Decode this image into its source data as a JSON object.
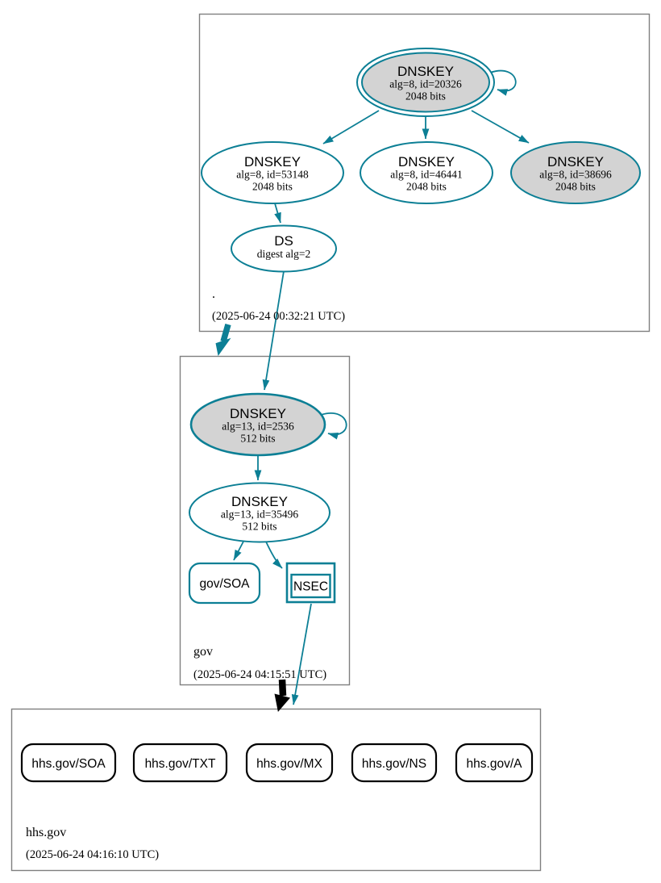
{
  "colors": {
    "secure_teal": "#0c7f95",
    "insecure_black": "#000000",
    "ksk_fill_gray": "#d3d3d3",
    "zone_box_border": "#7f7f7f",
    "node_fill_white": "#ffffff"
  },
  "zones": {
    "root": {
      "label": ".",
      "timestamp": "(2025-06-24 00:32:21 UTC)",
      "nodes": {
        "ksk": {
          "title": "DNSKEY",
          "alg": "alg=8, id=20326",
          "bits": "2048 bits"
        },
        "zsk1": {
          "title": "DNSKEY",
          "alg": "alg=8, id=53148",
          "bits": "2048 bits"
        },
        "zsk2": {
          "title": "DNSKEY",
          "alg": "alg=8, id=46441",
          "bits": "2048 bits"
        },
        "ksk2": {
          "title": "DNSKEY",
          "alg": "alg=8, id=38696",
          "bits": "2048 bits"
        },
        "ds": {
          "title": "DS",
          "digest": "digest alg=2"
        }
      }
    },
    "gov": {
      "label": "gov",
      "timestamp": "(2025-06-24 04:15:51 UTC)",
      "nodes": {
        "ksk": {
          "title": "DNSKEY",
          "alg": "alg=13, id=2536",
          "bits": "512 bits"
        },
        "zsk": {
          "title": "DNSKEY",
          "alg": "alg=13, id=35496",
          "bits": "512 bits"
        },
        "soa": {
          "label": "gov/SOA"
        },
        "nsec": {
          "label": "NSEC"
        }
      }
    },
    "hhs": {
      "label": "hhs.gov",
      "timestamp": "(2025-06-24 04:16:10 UTC)",
      "rrsets": [
        {
          "label": "hhs.gov/SOA"
        },
        {
          "label": "hhs.gov/TXT"
        },
        {
          "label": "hhs.gov/MX"
        },
        {
          "label": "hhs.gov/NS"
        },
        {
          "label": "hhs.gov/A"
        }
      ]
    }
  }
}
